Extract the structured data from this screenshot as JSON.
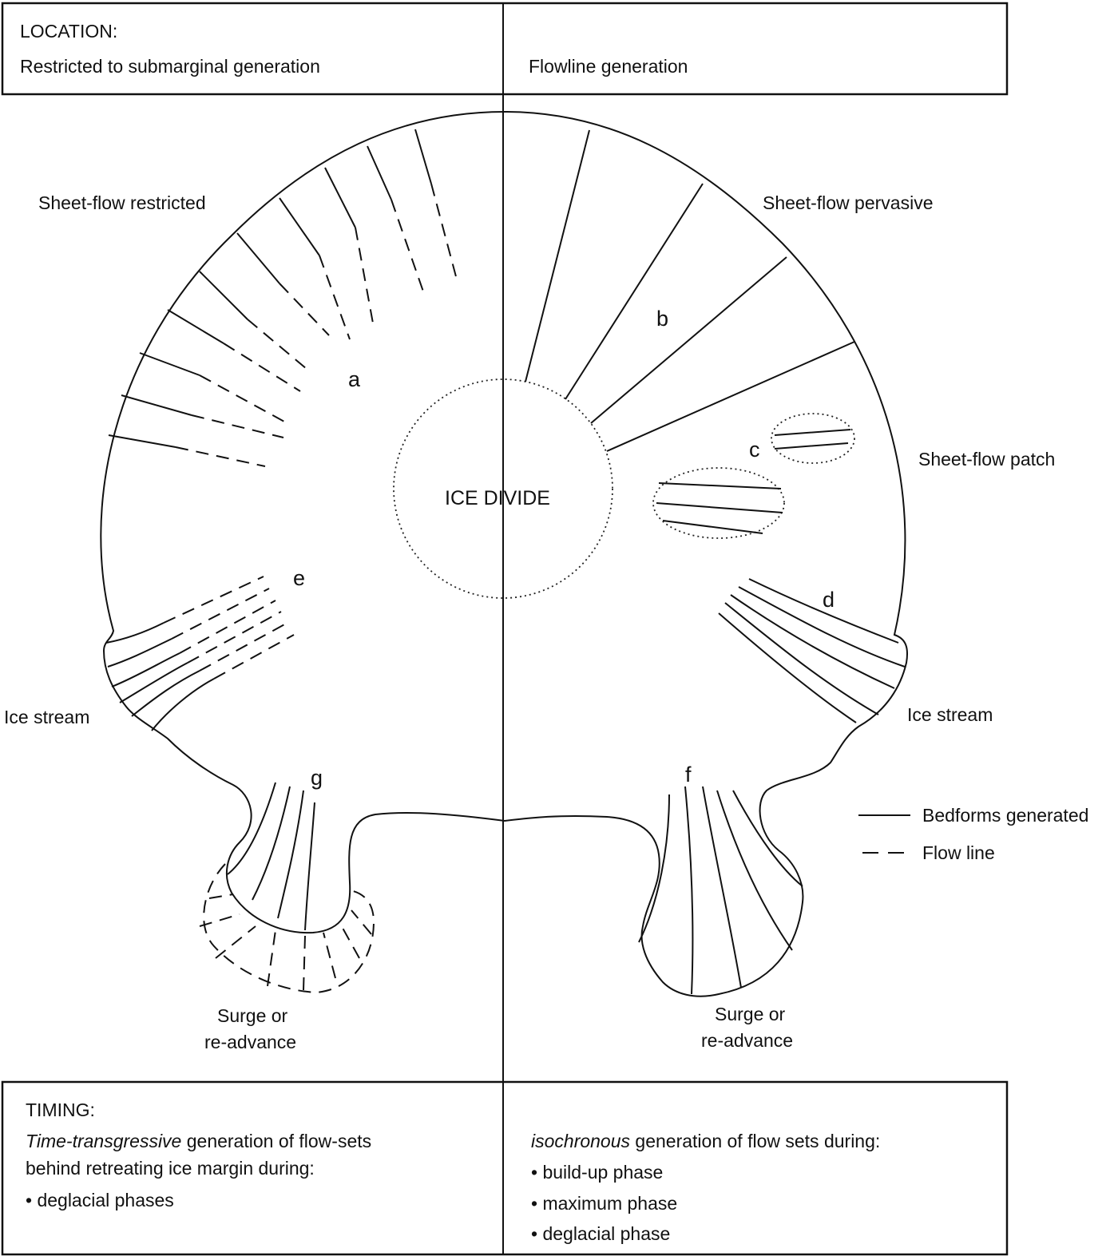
{
  "location": {
    "heading": "LOCATION:",
    "left": "Restricted to submarginal generation",
    "right": "Flowline generation"
  },
  "labels": {
    "sheet_flow_restricted": "Sheet-flow restricted",
    "sheet_flow_pervasive": "Sheet-flow pervasive",
    "sheet_flow_patch": "Sheet-flow patch",
    "ice_divide": "ICE DIVIDE",
    "ice_stream_left": "Ice stream",
    "ice_stream_right": "Ice stream",
    "surge_left_1": "Surge or",
    "surge_left_2": "re-advance",
    "surge_right_1": "Surge or",
    "surge_right_2": "re-advance",
    "a": "a",
    "b": "b",
    "c": "c",
    "d": "d",
    "e": "e",
    "f": "f",
    "g": "g"
  },
  "legend": {
    "solid": "Bedforms generated",
    "dashed": "Flow line"
  },
  "timing": {
    "heading": "TIMING:",
    "left_italic": "Time-transgressive",
    "left_rest": " generation of flow-sets",
    "left_line2": "behind retreating ice margin during:",
    "left_bullet": "• deglacial phases",
    "right_italic": "isochronous",
    "right_rest": " generation of flow sets during:",
    "right_bullets": [
      "• build-up phase",
      "• maximum phase",
      "• deglacial phase"
    ]
  }
}
